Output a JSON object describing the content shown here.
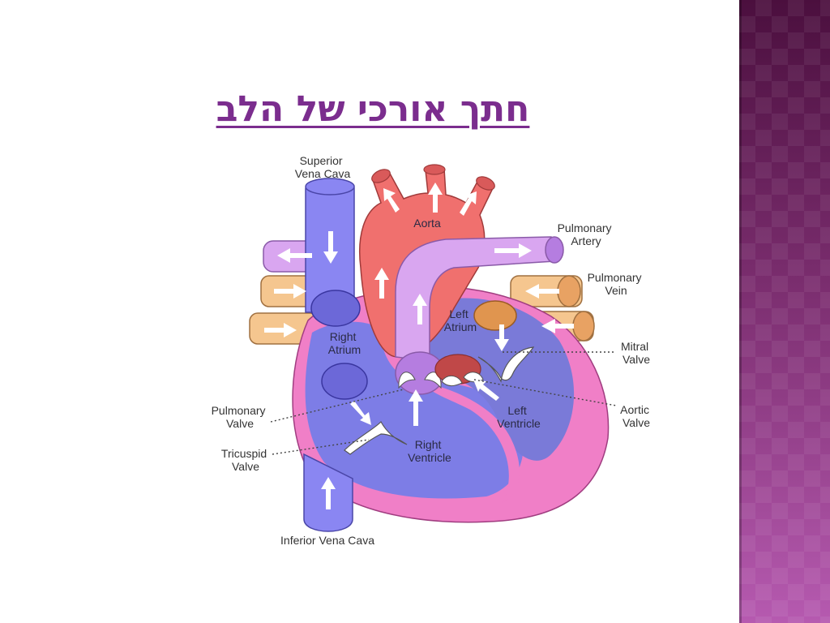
{
  "slide": {
    "title": "חתך אורכי  של הלב",
    "title_color": "#7b2d8e",
    "band_colors": [
      "#4b0f3e",
      "#b65ab0"
    ]
  },
  "labels": {
    "superior_vena_cava": [
      "Superior",
      "Vena Cava"
    ],
    "aorta": "Aorta",
    "pulmonary_artery": [
      "Pulmonary",
      "Artery"
    ],
    "pulmonary_vein": [
      "Pulmonary",
      "Vein"
    ],
    "left_atrium": [
      "Left",
      "Atrium"
    ],
    "right_atrium": [
      "Right",
      "Atrium"
    ],
    "mitral_valve": [
      "Mitral",
      "Valve"
    ],
    "aortic_valve": [
      "Aortic",
      "Valve"
    ],
    "left_ventricle": [
      "Left",
      "Ventricle"
    ],
    "right_ventricle": [
      "Right",
      "Ventricle"
    ],
    "pulmonary_valve": [
      "Pulmonary",
      "Valve"
    ],
    "tricuspid_valve": [
      "Tricuspid",
      "Valve"
    ],
    "inferior_vena_cava": "Inferior Vena Cava"
  },
  "colors": {
    "vena_cava": "#8a86f2",
    "aorta": "#f0706e",
    "pulmonary_artery": "#d9a6f0",
    "pulmonary_vein": "#f5c68f",
    "heart_wall": "#f07fc7",
    "right_chamber": "#7d7de6",
    "left_chamber": "#7a7ad8",
    "valve": "#ffffff"
  }
}
